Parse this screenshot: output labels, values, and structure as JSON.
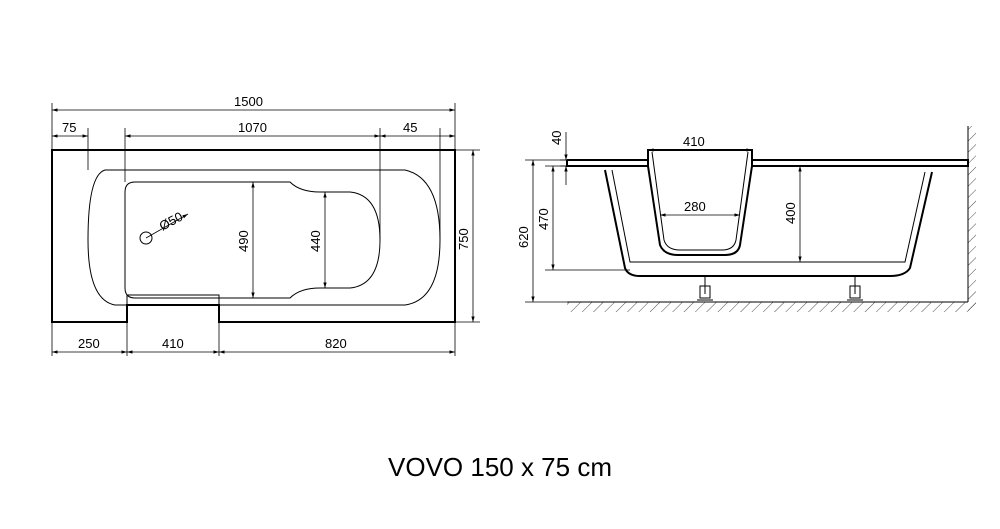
{
  "plan_view": {
    "dim_total_length": "1500",
    "dim_left_offset": "75",
    "dim_inner_length": "1070",
    "dim_right_offset": "45",
    "dim_drain": "Ø50",
    "dim_inner_width_left": "490",
    "dim_inner_width_right": "440",
    "dim_total_width": "750",
    "dim_bottom_left": "250",
    "dim_door": "410",
    "dim_bottom_right": "820"
  },
  "side_view": {
    "dim_rim": "40",
    "dim_door_top": "410",
    "dim_door_bottom": "280",
    "dim_door_height": "400",
    "dim_depth": "470",
    "dim_total_height": "620"
  },
  "caption": "VOVO 150 x 75 cm"
}
